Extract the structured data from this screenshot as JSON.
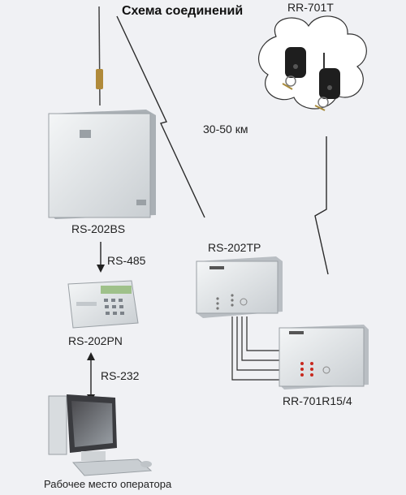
{
  "title": "Схема соединений",
  "distance": "30-50 км",
  "devices": {
    "base_station": "RS-202BS",
    "bus": "RS-485",
    "panel": "RS-202PN",
    "serial": "RS-232",
    "operator": "Рабочее место оператора",
    "transmitter": "RS-202TP",
    "keyfob": "RR-701T",
    "receiver": "RR-701R15/4"
  },
  "colors": {
    "background": "#f0f1f4",
    "line": "#2a2a2a",
    "device": "#dfe3e6",
    "led_red": "#c8281e"
  }
}
